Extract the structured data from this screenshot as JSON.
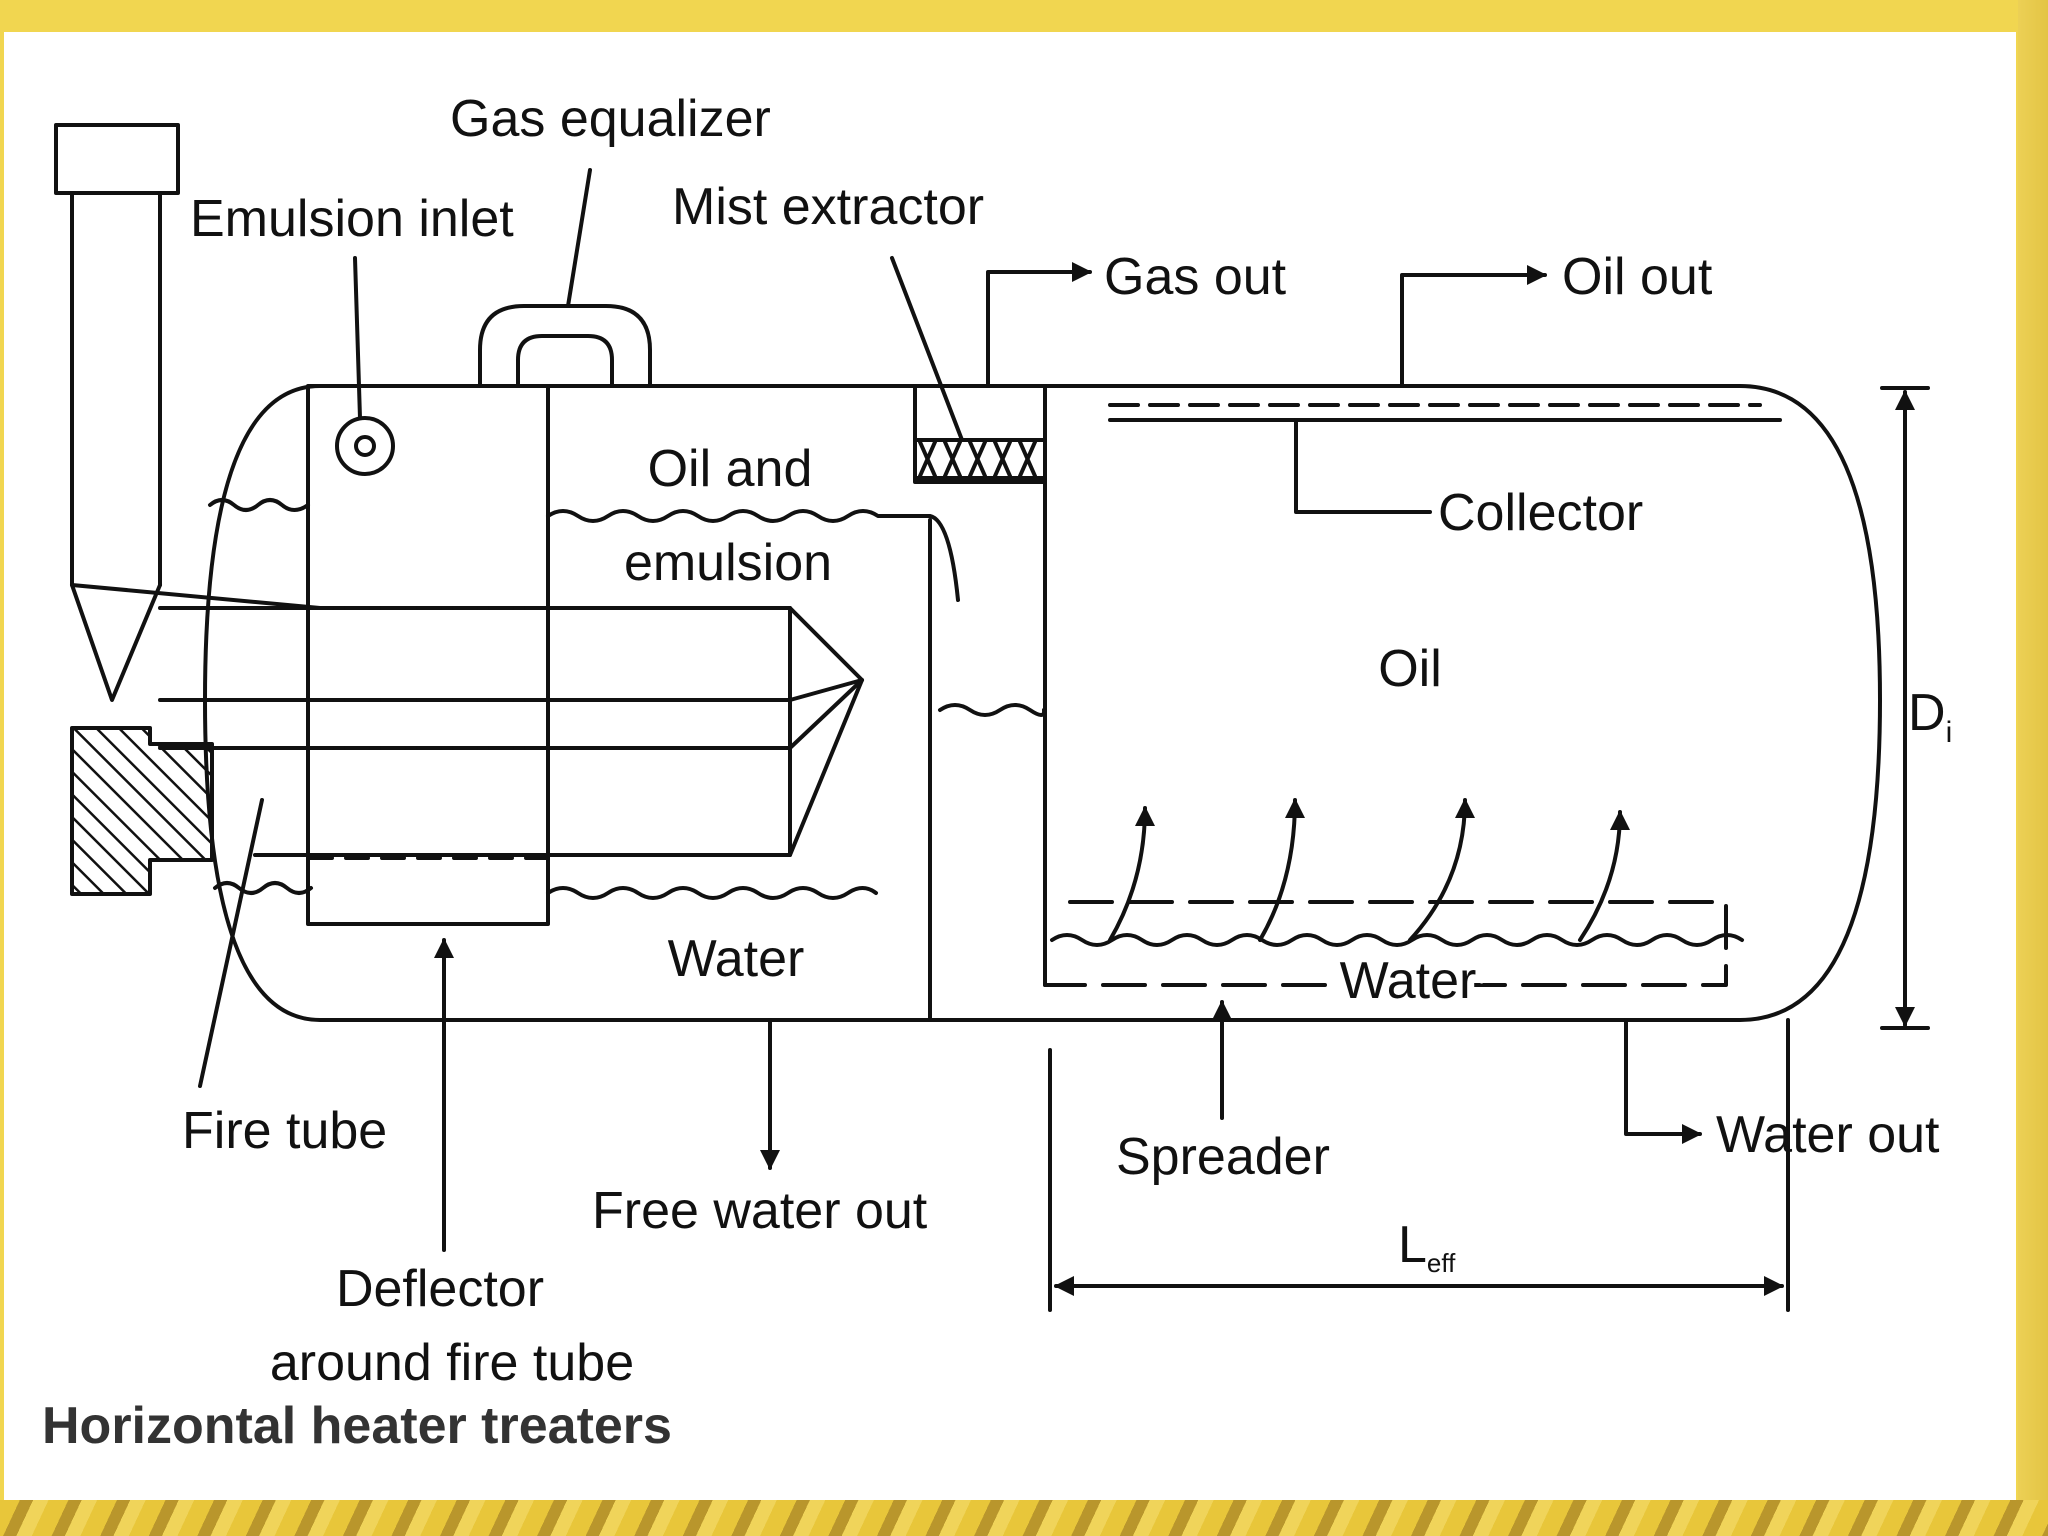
{
  "labels": {
    "gas_equalizer": "Gas equalizer",
    "emulsion_inlet": "Emulsion inlet",
    "mist_extractor": "Mist extractor",
    "gas_out": "Gas out",
    "oil_out": "Oil out",
    "oil_and": "Oil and",
    "emulsion": "emulsion",
    "collector": "Collector",
    "oil": "Oil",
    "di_main": "D",
    "di_sub": "i",
    "water_left": "Water",
    "water_right": "Water",
    "fire_tube": "Fire tube",
    "spreader": "Spreader",
    "water_out": "Water out",
    "free_water_out": "Free water out",
    "leff_main": "L",
    "leff_sub": "eff",
    "deflector_line1": "Deflector",
    "deflector_line2": "around fire tube"
  },
  "caption": "Horizontal heater treaters",
  "colors": {
    "background": "#f1d650",
    "panel": "#ffffff",
    "line": "#111111",
    "caption": "#333333"
  }
}
